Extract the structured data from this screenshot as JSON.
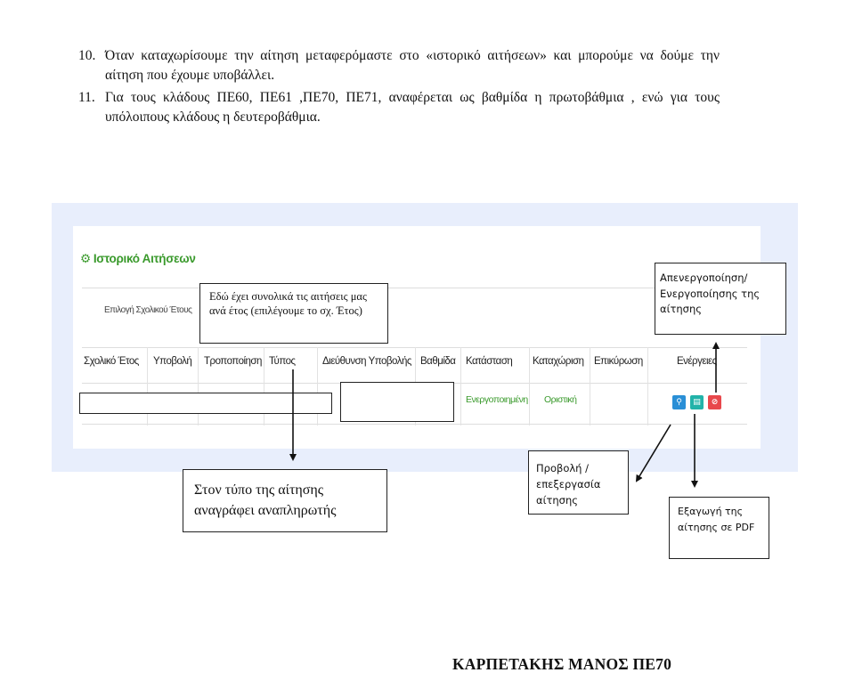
{
  "instructions": [
    {
      "num": "10.",
      "text": "Όταν καταχωρίσουμε την αίτηση μεταφερόμαστε στο «ιστορικό αιτήσεων» και μπορούμε να δούμε την αίτηση που έχουμε υποβάλλει."
    },
    {
      "num": "11.",
      "text": "Για τους κλάδους ΠΕ60, ΠΕ61 ,ΠΕ70, ΠΕ71, αναφέρεται ως βαθμίδα η πρωτοβάθμια , ενώ για τους υπόλοιπους κλάδους η δευτεροβάθμια."
    }
  ],
  "screenshot": {
    "title": "Ιστορικό Αιτήσεων",
    "year_select_label": "Επιλογή Σχολικού Έτους",
    "columns": [
      "Σχολικό Έτος",
      "Υποβολή",
      "Τροποποίηση",
      "Τύπος",
      "Διεύθυνση Υποβολής",
      "Βαθμίδα",
      "Κατάσταση",
      "Καταχώριση",
      "Επικύρωση",
      "Ενέργειες"
    ],
    "row": {
      "status": "Ενεργοποιημένη",
      "registration": "Οριστική"
    },
    "action_colors": {
      "view": "#2a8fd6",
      "export": "#22b3a9",
      "toggle": "#e8484c"
    }
  },
  "callouts": {
    "year": "Εδώ έχει συνολικά τις αιτήσεις μας ανά έτος (επιλέγουμε το σχ. Έτος)",
    "type": "Στον τύπο της αίτησης αναγράφει αναπληρωτής",
    "toggle": "Απενεργοποίηση/ Ενεργοποίησης της αίτησης",
    "view": "Προβολή / επεξεργασία αίτησης",
    "export": "Εξαγωγή της αίτησης σε PDF"
  },
  "signature": "ΚΑΡΠΕΤΑΚΗΣ ΜΑΝΟΣ ΠΕ70"
}
